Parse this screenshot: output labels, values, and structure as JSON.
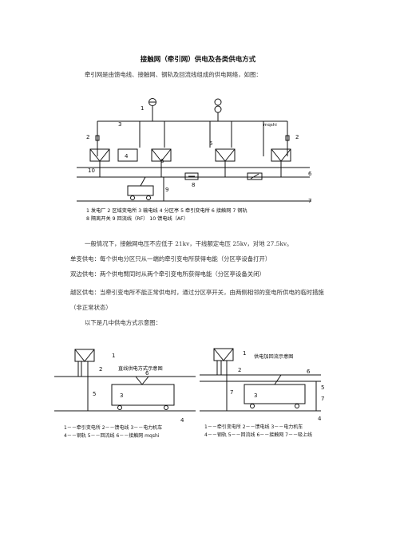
{
  "document": {
    "title": "接触网（牵引网）供电及各类供电方式",
    "intro": "牵引网是由馈电线、接触网、钢轨及回流线组成的供电网络，如图：",
    "fig1": {
      "labels": {
        "n1": "1",
        "n2a": "2",
        "n2b": "2",
        "n3": "3",
        "n4": "4",
        "n5": "5",
        "n6a": "6",
        "n6b": "6",
        "n7": "7",
        "n8": "8",
        "n9": "9",
        "n10": "10",
        "watermark": "mqshi"
      },
      "legend": [
        "1 发电厂 2 区域变电所 3 输电线 4 分区亭 5 牵引变电所 6 接触网 7 钢轨",
        "8 隔离开关 9 回流线（RF） 10 馈电线（AF）"
      ]
    },
    "para1": "一般情况下，接触网电压不应低于 21kv，干线额定电压 25kv，对地 27.5kv。",
    "para2": "单变供电：每个供电分区只从一端的牵引变电所获得电能（分区亭设备打开）",
    "para3": "双边供电：两个供电臂同时从两个牵引变电所获得电能（分区亭设备关闭）",
    "para4": "越区供电：当牵引变电所不能正常供电时，通过分区亭开关，由两侧相邻的变电所供电的临时措施（非正常状态）",
    "para5": "以下是几中供电方式示意图：",
    "fig2": {
      "title": "直线供电方式示意图",
      "labels": {
        "n1": "1",
        "n2": "2",
        "n3": "3",
        "n4": "4",
        "n5": "5",
        "n6": "6"
      },
      "legend": [
        "1－－牵引变电所 2－－馈电线 3－－电力机车",
        "4－－钢轨 5－－回流线 6－－接触网 mqshi"
      ]
    },
    "fig3": {
      "title": "供电加回流示意图",
      "labels": {
        "n1": "1",
        "n2": "2",
        "n3": "3",
        "n4": "4",
        "n5": "5",
        "n6": "6",
        "n7a": "7",
        "n7b": "7"
      },
      "legend": [
        "1－－牵引变电所 2－－馈电线 3－－电力机车",
        "4－－钢轨 5－－回流线 6－－接触网 7－－吸上线"
      ]
    }
  }
}
